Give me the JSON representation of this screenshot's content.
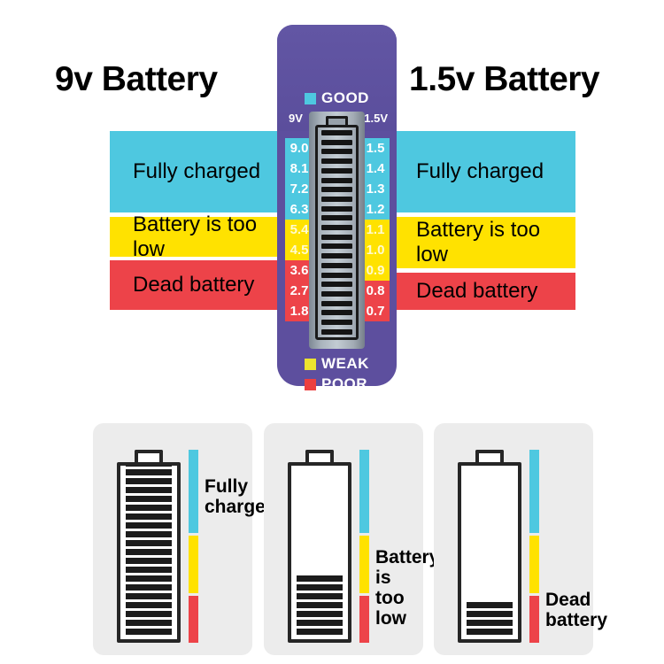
{
  "headings": {
    "left": "9v Battery",
    "right": "1.5v Battery"
  },
  "status_labels": {
    "good": "Fully charged",
    "weak": "Battery is too low",
    "poor": "Dead battery"
  },
  "tester": {
    "body_color": "#5d4f9e",
    "legend": [
      {
        "name": "good-legend",
        "label": "GOOD",
        "color": "#4ec8e0"
      },
      {
        "name": "weak-legend",
        "label": "WEAK",
        "color": "#ede32f"
      },
      {
        "name": "poor-legend",
        "label": "POOR",
        "color": "#ed3f3f"
      }
    ],
    "scales": [
      {
        "name": "scale-9v",
        "header": "9V",
        "ticks": [
          {
            "value": "9.0",
            "zone": "good"
          },
          {
            "value": "8.1",
            "zone": "good"
          },
          {
            "value": "7.2",
            "zone": "good"
          },
          {
            "value": "6.3",
            "zone": "good"
          },
          {
            "value": "5.4",
            "zone": "weak"
          },
          {
            "value": "4.5",
            "zone": "weak"
          },
          {
            "value": "3.6",
            "zone": "poor"
          },
          {
            "value": "2.7",
            "zone": "poor"
          },
          {
            "value": "1.8",
            "zone": "poor"
          }
        ]
      },
      {
        "name": "scale-1.5v",
        "header": "1.5V",
        "ticks": [
          {
            "value": "1.5",
            "zone": "good"
          },
          {
            "value": "1.4",
            "zone": "good"
          },
          {
            "value": "1.3",
            "zone": "good"
          },
          {
            "value": "1.2",
            "zone": "good"
          },
          {
            "value": "1.1",
            "zone": "weak"
          },
          {
            "value": "1.0",
            "zone": "weak"
          },
          {
            "value": "0.9",
            "zone": "weak"
          },
          {
            "value": "0.8",
            "zone": "poor"
          },
          {
            "value": "0.7",
            "zone": "poor"
          }
        ]
      }
    ],
    "lcd": {
      "total_segments": 22,
      "filled_segments": 22
    }
  },
  "cards": [
    {
      "name": "card-fully-charged",
      "label": "Fully\ncharged",
      "total_segments": 22,
      "filled_segments": 22
    },
    {
      "name": "card-too-low",
      "label": "Battery is\ntoo low",
      "total_segments": 22,
      "filled_segments": 7
    },
    {
      "name": "card-dead",
      "label": "Dead\nbattery",
      "total_segments": 22,
      "filled_segments": 4
    }
  ],
  "colors": {
    "good": "#4ec8e0",
    "weak": "#ffe200",
    "poor": "#ed4349",
    "purple": "#5d4f9e",
    "card_bg": "#ececec"
  }
}
